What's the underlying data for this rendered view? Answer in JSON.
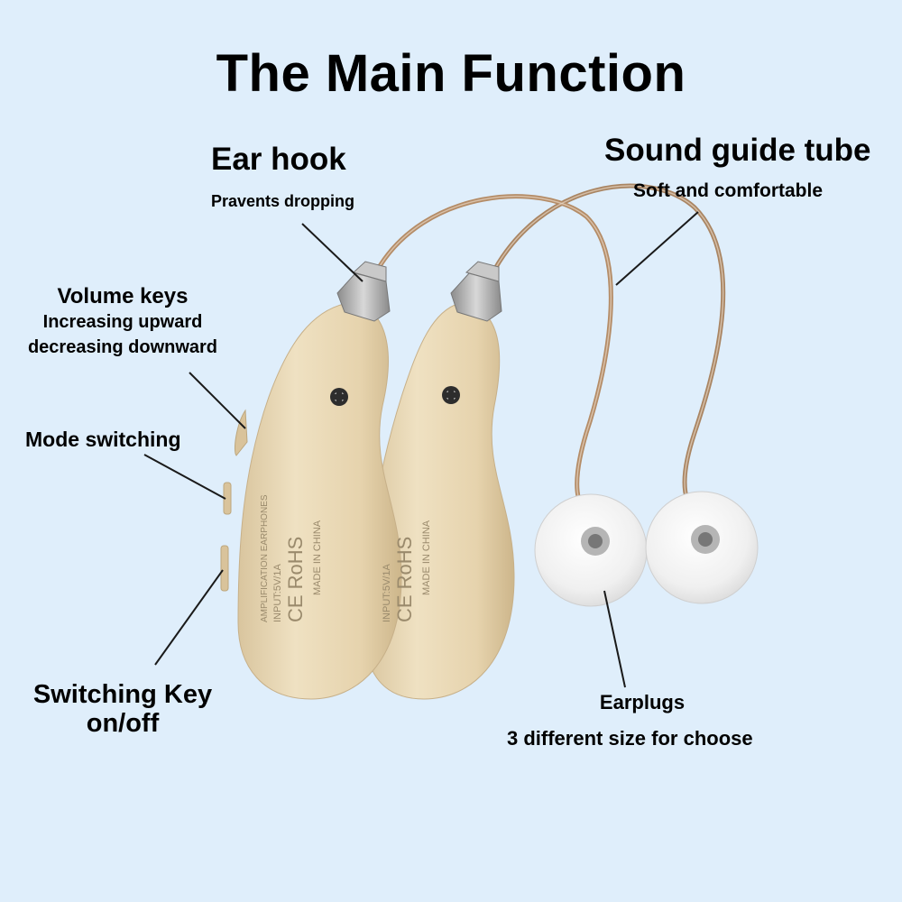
{
  "title": "The Main Function",
  "ear_hook": {
    "title": "Ear hook",
    "desc": "Pravents dropping"
  },
  "sound_tube": {
    "title": "Sound guide tube",
    "desc": "Soft and comfortable"
  },
  "volume_keys": {
    "title": "Volume keys",
    "line1": "Increasing upward",
    "line2": "decreasing downward"
  },
  "mode_switching": {
    "title": "Mode switching"
  },
  "switching_key": {
    "line1": "Switching Key",
    "line2": "on/off"
  },
  "earplugs": {
    "title": "Earplugs",
    "desc": "3 different size for choose"
  },
  "device_markings": {
    "line1": "AMPLIFICATION EARPHONES",
    "line2": "INPUT:5V/1A",
    "line3": "CE RoHS",
    "line4": "MADE IN CHINA"
  },
  "colors": {
    "background": "#dfeefb",
    "body": "#e8d7b4",
    "earplug": "#f3f3f3",
    "tube": "#b08660"
  },
  "icons": [
    "screw-icon",
    "recycle-icon",
    "crossed-bin-icon"
  ]
}
